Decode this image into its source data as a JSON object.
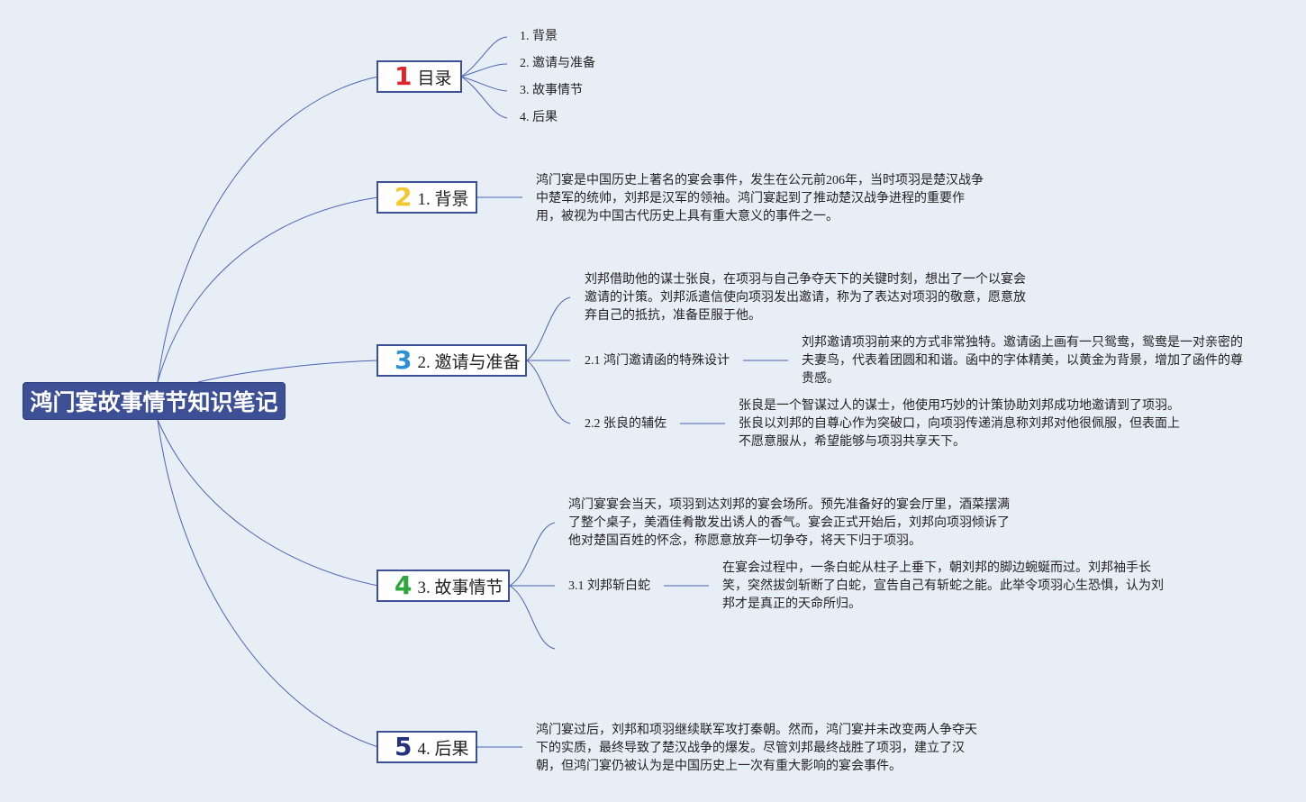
{
  "root": {
    "label": "鸿门宴故事情节知识笔记"
  },
  "branches": [
    {
      "num": "1",
      "num_color": "#e0242b",
      "label": "目录"
    },
    {
      "num": "2",
      "num_color": "#f2c82f",
      "label": "1. 背景"
    },
    {
      "num": "3",
      "num_color": "#2b8fd6",
      "label": "2. 邀请与准备"
    },
    {
      "num": "4",
      "num_color": "#2fa53c",
      "label": "3. 故事情节"
    },
    {
      "num": "5",
      "num_color": "#24327d",
      "label": "4. 后果"
    }
  ],
  "toc": [
    "1. 背景",
    "2. 邀请与准备",
    "3. 故事情节",
    "4. 后果"
  ],
  "background": {
    "text": "鸿门宴是中国历史上著名的宴会事件，发生在公元前206年，当时项羽是楚汉战争中楚军的统帅，刘邦是汉军的领袖。鸿门宴起到了推动楚汉战争进程的重要作用，被视为中国古代历史上具有重大意义的事件之一。"
  },
  "invitation": {
    "text": "刘邦借助他的谋士张良，在项羽与自己争夺天下的关键时刻，想出了一个以宴会邀请的计策。刘邦派遣信使向项羽发出邀请，称为了表达对项羽的敬意，愿意放弃自己的抵抗，准备臣服于他。",
    "sub1": {
      "label": "2.1 鸿门邀请函的特殊设计",
      "text": "刘邦邀请项羽前来的方式非常独特。邀请函上画有一只鸳鸯，鸳鸯是一对亲密的夫妻鸟，代表着团圆和和谐。函中的字体精美，以黄金为背景，增加了函件的尊贵感。"
    },
    "sub2": {
      "label": "2.2 张良的辅佐",
      "text": "张良是一个智谋过人的谋士，他使用巧妙的计策协助刘邦成功地邀请到了项羽。张良以刘邦的自尊心作为突破口，向项羽传递消息称刘邦对他很佩服，但表面上不愿意服从，希望能够与项羽共享天下。"
    }
  },
  "story": {
    "text": "鸿门宴宴会当天，项羽到达刘邦的宴会场所。预先准备好的宴会厅里，酒菜摆满了整个桌子，美酒佳肴散发出诱人的香气。宴会正式开始后，刘邦向项羽倾诉了他对楚国百姓的怀念，称愿意放弃一切争夺，将天下归于项羽。",
    "sub1": {
      "label": "3.1 刘邦斩白蛇",
      "text": "在宴会过程中，一条白蛇从柱子上垂下，朝刘邦的脚边蜿蜒而过。刘邦袖手长笑，突然拔剑斩断了白蛇，宣告自己有斩蛇之能。此举令项羽心生恐惧，认为刘邦才是真正的天命所归。"
    }
  },
  "aftermath": {
    "text": "鸿门宴过后，刘邦和项羽继续联军攻打秦朝。然而，鸿门宴并未改变两人争夺天下的实质，最终导致了楚汉战争的爆发。尽管刘邦最终战胜了项羽，建立了汉朝，但鸿门宴仍被认为是中国历史上一次有重大影响的宴会事件。"
  }
}
